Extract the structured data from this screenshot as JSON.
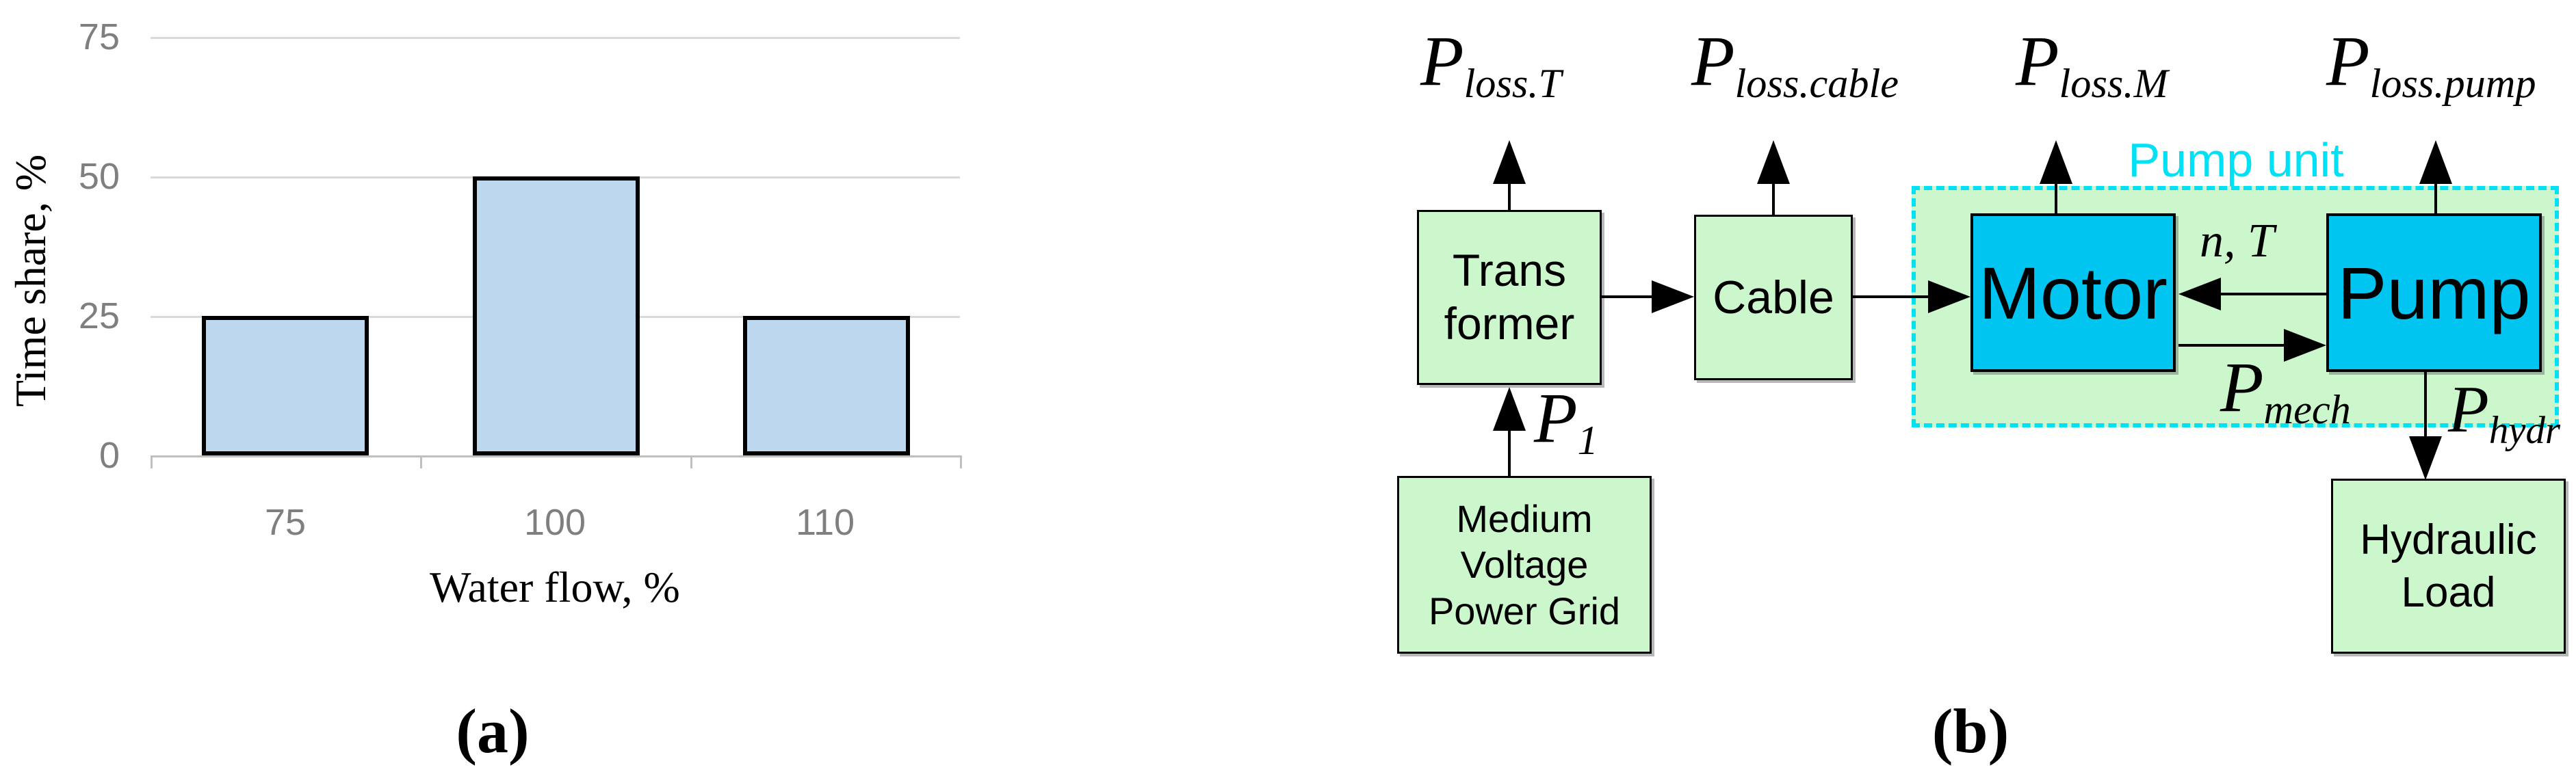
{
  "colors": {
    "bar_fill": "#BDD7EE",
    "gridline": "#D9D9D9",
    "axis_line": "#BFBFBF",
    "tick_text": "#7F7F7F",
    "box_green": "#CCF7CC",
    "box_blue": "#00C5F0",
    "cyan_accent": "#00E1F6"
  },
  "panel_a": {
    "caption": "(a)",
    "y_axis_title": "Time share, %",
    "x_axis_title": "Water flow, %",
    "y_ticks": [
      "75",
      "50",
      "25",
      "0"
    ],
    "x_ticks": [
      "75",
      "100",
      "110"
    ]
  },
  "chart_data": {
    "type": "bar",
    "categories": [
      "75",
      "100",
      "110"
    ],
    "values": [
      25,
      50,
      25
    ],
    "title": "",
    "xlabel": "Water flow, %",
    "ylabel": "Time share, %",
    "ylim": [
      0,
      75
    ],
    "yticks": [
      0,
      25,
      50,
      75
    ],
    "grid": true,
    "legend": false,
    "bar_color": "#BDD7EE",
    "bar_border": "#000000"
  },
  "panel_b": {
    "caption": "(b)",
    "pump_unit_label": "Pump unit",
    "boxes": {
      "transformer": {
        "lines": [
          "Trans",
          "former"
        ]
      },
      "cable": {
        "label": "Cable"
      },
      "motor": {
        "label": "Motor"
      },
      "pump": {
        "label": "Pump"
      },
      "power_grid": {
        "lines": [
          "Medium",
          "Voltage",
          "Power Grid"
        ]
      },
      "hydraulic_load": {
        "lines": [
          "Hydraulic",
          "Load"
        ]
      }
    },
    "flow_labels": {
      "p_loss_t": {
        "base": "P",
        "sub": "loss.T"
      },
      "p_loss_cable": {
        "base": "P",
        "sub": "loss.cable"
      },
      "p_loss_m": {
        "base": "P",
        "sub": "loss.M"
      },
      "p_loss_pump": {
        "base": "P",
        "sub": "loss.pump"
      },
      "p_1": {
        "base": "P",
        "sub": "1"
      },
      "p_mech": {
        "base": "P",
        "sub": "mech"
      },
      "p_hydr": {
        "base": "P",
        "sub": "hydr"
      },
      "n_t": "n, T"
    }
  }
}
